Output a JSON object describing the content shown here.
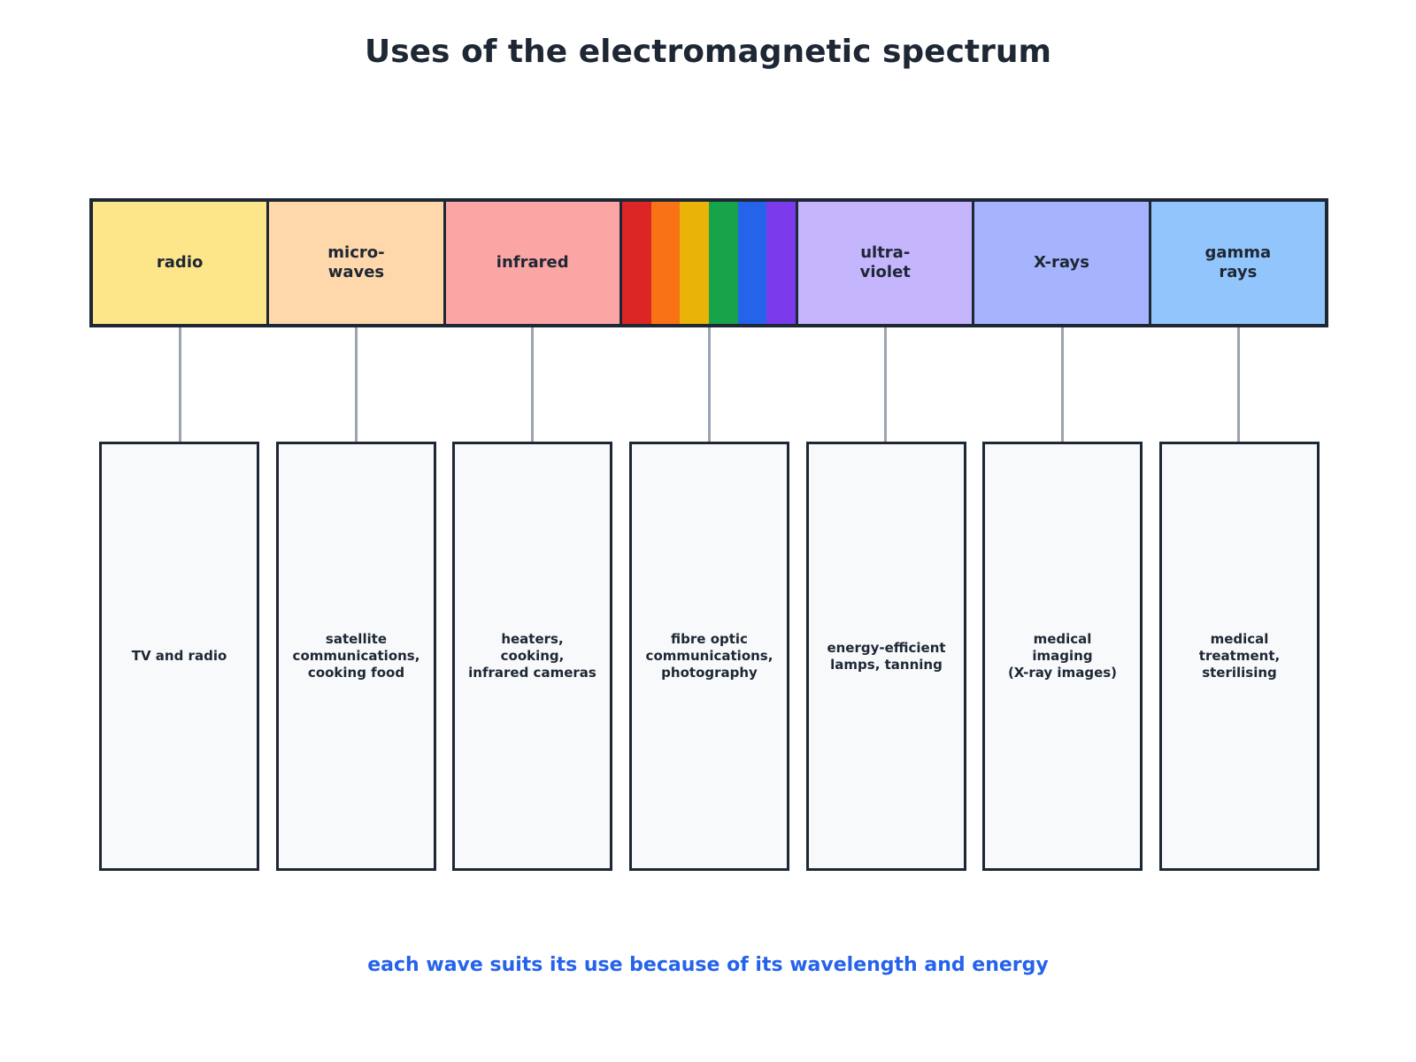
{
  "title": "Uses of the electromagnetic spectrum",
  "bands": [
    {
      "label": "radio",
      "color": "#fde68a"
    },
    {
      "label": "micro-\nwaves",
      "color": "#fed7aa"
    },
    {
      "label": "infrared",
      "color": "#fca5a5"
    },
    {
      "label": "",
      "color": "",
      "stripes": [
        "#dc2626",
        "#f97316",
        "#eab308",
        "#16a34a",
        "#2563eb",
        "#7c3aed"
      ]
    },
    {
      "label": "ultra-\nviolet",
      "color": "#c4b5fd"
    },
    {
      "label": "X-rays",
      "color": "#a5b4fc"
    },
    {
      "label": "gamma\nrays",
      "color": "#93c5fd"
    }
  ],
  "uses": [
    "TV and radio",
    "satellite\ncommunications,\ncooking food",
    "heaters,\ncooking,\ninfrared cameras",
    "fibre optic\ncommunications,\nphotography",
    "energy-efficient\nlamps, tanning",
    "medical\nimaging\n(X-ray images)",
    "medical\ntreatment,\nsterilising"
  ],
  "caption": "each wave suits its use because of its wavelength and energy"
}
